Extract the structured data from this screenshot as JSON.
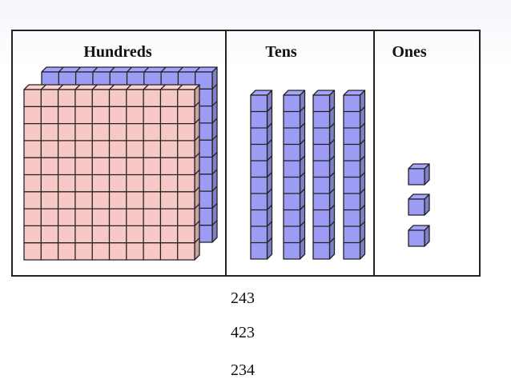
{
  "headers": {
    "hundreds": "Hundreds",
    "tens": "Tens",
    "ones": "Ones"
  },
  "blocks": {
    "hundreds": 2,
    "tens": 4,
    "ones": 3
  },
  "choices": [
    "243",
    "423",
    "234"
  ],
  "colors": {
    "hundreds_front": "#f8c8c6",
    "hundreds_back": "#9c9cf4",
    "tens_block": "#9c9cf4",
    "ones_block": "#9c9cf4",
    "outline": "#222222"
  }
}
